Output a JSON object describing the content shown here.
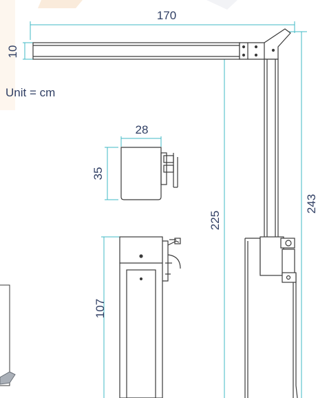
{
  "unit_label": "Unit = cm",
  "dimensions": {
    "top_length": "170",
    "beam_thickness": "10",
    "box_width": "28",
    "box_height": "35",
    "cabinet_height": "107",
    "post_height": "225",
    "overall_height": "243"
  },
  "colors": {
    "dimension_line": "#3fb8c4",
    "outline": "#3a3a3a",
    "label_text": "#2f3e63",
    "watermark": "#f3c79a"
  }
}
